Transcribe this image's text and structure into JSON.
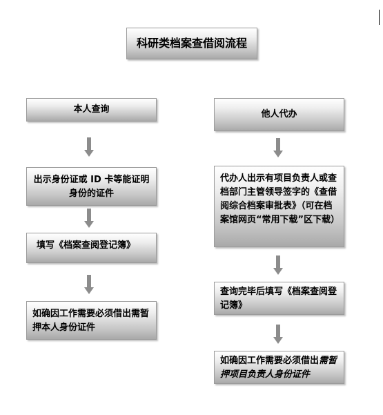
{
  "title": "科研类档案查借阅流程",
  "left_column": {
    "header": "本人查询",
    "steps": [
      "出示身份证或 ID 卡等能证明身份的证件",
      "填写《档案查阅登记簿》",
      "如确因工作需要必须借出需暂押本人身份证件"
    ]
  },
  "right_column": {
    "header": "他人代办",
    "steps": [
      "代办人出示有项目负责人或查档部门主管领导签字的《查借阅综合档案审批表》（可在档案馆网页“常用下载”区下载）",
      "查询完毕后填写《档案查阅登记簿》"
    ],
    "last_step_normal": "如确因工作需要必须借出",
    "last_step_italic": "需暂押项目负责人身份证件"
  },
  "colors": {
    "arrow_fill": "#8c8c8c",
    "box_border": "#9a9a9a"
  }
}
